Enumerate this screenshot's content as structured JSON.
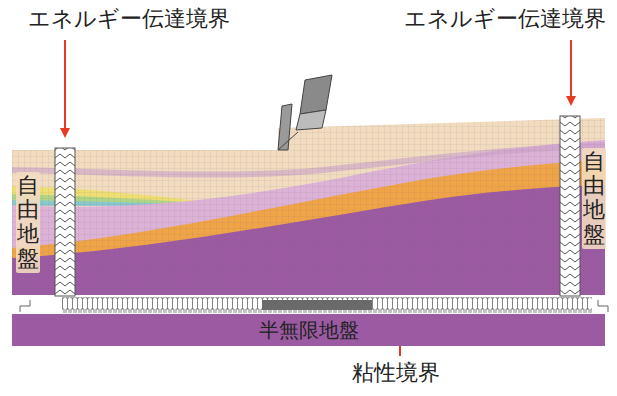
{
  "diagram": {
    "nodes": [
      {
        "text": [
          "半無限地盤"
        ]
      }
    ],
    "labels": [
      "エネルギー伝達境界",
      "エネルギー伝達境界",
      "自由地盤",
      "自由地盤",
      "粘性境界"
    ]
  }
}
